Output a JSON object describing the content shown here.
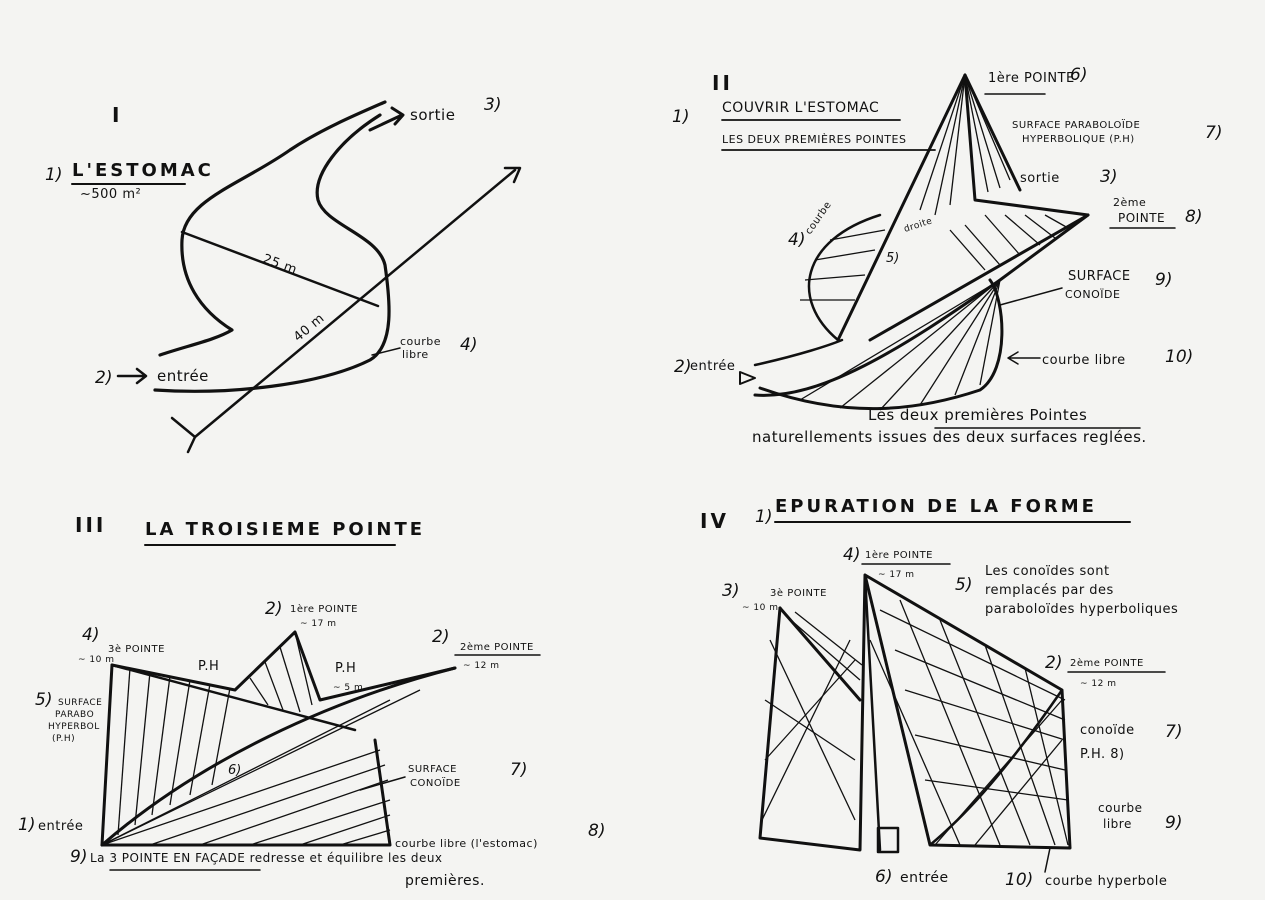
{
  "panel1": {
    "roman": "I",
    "num_estomac": "1)",
    "title": "L'ESTOMAC",
    "area": "~500 m²",
    "sortie_label": "sortie",
    "sortie_num": "3)",
    "dim_25": "25 m",
    "dim_40": "40 m",
    "num_entree": "2)",
    "entree_label": "entrée",
    "courbe_line1": "courbe",
    "courbe_line2": "libre",
    "courbe_num": "4)"
  },
  "panel2": {
    "roman": "II",
    "num": "1)",
    "title_line1": "COUVRIR L'ESTOMAC",
    "title_line2": "LES DEUX PREMIÈRES POINTES",
    "pointe_label": "1ère POINTE",
    "pointe_num": "6)",
    "surface_line1": "SURFACE PARABOLOÏDE",
    "surface_line2": "HYPERBOLIQUE (P.H)",
    "surface_num": "7)",
    "sortie_label": "sortie",
    "sortie_num": "3)",
    "pointe2_line1": "2ème",
    "pointe2_line2": "POINTE",
    "pointe2_num": "8)",
    "num4": "4)",
    "courbe_libre": "courbe",
    "gauche_label": "droite",
    "num5": "5)",
    "conoide_line1": "SURFACE",
    "conoide_line2": "CONOÏDE",
    "conoide_num": "9)",
    "num_entree": "2)",
    "entree_label": "entrée",
    "courbe_libre_label": "courbe libre",
    "courbe_libre_num": "10)",
    "caption_line1": "Les deux premières Pointes",
    "caption_line2": "naturellements issues des deux surfaces reglées."
  },
  "panel3": {
    "roman": "III",
    "title": "LA TROISIEME POINTE",
    "num4": "4)",
    "pointe3_label": "3è POINTE",
    "pointe3_sub": "~ 10 m",
    "ph1": "P.H",
    "num2": "2)",
    "pointe1_label": "1ère POINTE",
    "pointe1_sub": "~ 17 m",
    "ph2": "P.H",
    "ph2_sub": "~ 5 m",
    "num2b": "2)",
    "pointe2_label": "2ème POINTE",
    "pointe2_sub": "~ 12 m",
    "num5": "5)",
    "surface_line1": "SURFACE",
    "surface_line2": "PARABO",
    "surface_line3": "HYPERBOL",
    "surface_line4": "(P.H)",
    "num6": "6)",
    "conoide_line1": "SURFACE",
    "conoide_line2": "CONOÏDE",
    "conoide_num": "7)",
    "num_entree": "1)",
    "entree_label": "entrée",
    "courbe_label": "courbe libre (l'estomac)",
    "courbe_num": "8)",
    "caption_num": "9)",
    "caption_line1": "La 3 POINTE EN FAÇADE redresse et équilibre les deux",
    "caption_line2": "premières."
  },
  "panel4": {
    "roman": "IV",
    "title_num": "1)",
    "title": "EPURATION DE LA FORME",
    "num4": "4)",
    "pointe1_label": "1ère POINTE",
    "pointe1_sub": "~ 17 m",
    "num3": "3)",
    "pointe3_label": "3è POINTE",
    "pointe3_sub": "~ 10 m",
    "num5": "5)",
    "note_line1": "Les conoïdes sont",
    "note_line2": "remplacés par des",
    "note_line3": "paraboloïdes hyperboliques",
    "num2": "2)",
    "pointe2_label": "2ème POINTE",
    "pointe2_sub": "~ 12 m",
    "conoide_label": "conoïde",
    "conoide_num": "7)",
    "ph_label": "P.H. 8)",
    "courbe_line1": "courbe",
    "courbe_line2": "libre",
    "courbe_num": "9)",
    "num6": "6)",
    "entree_label": "entrée",
    "num10": "10)",
    "hyper_label": "courbe hyperbole"
  }
}
